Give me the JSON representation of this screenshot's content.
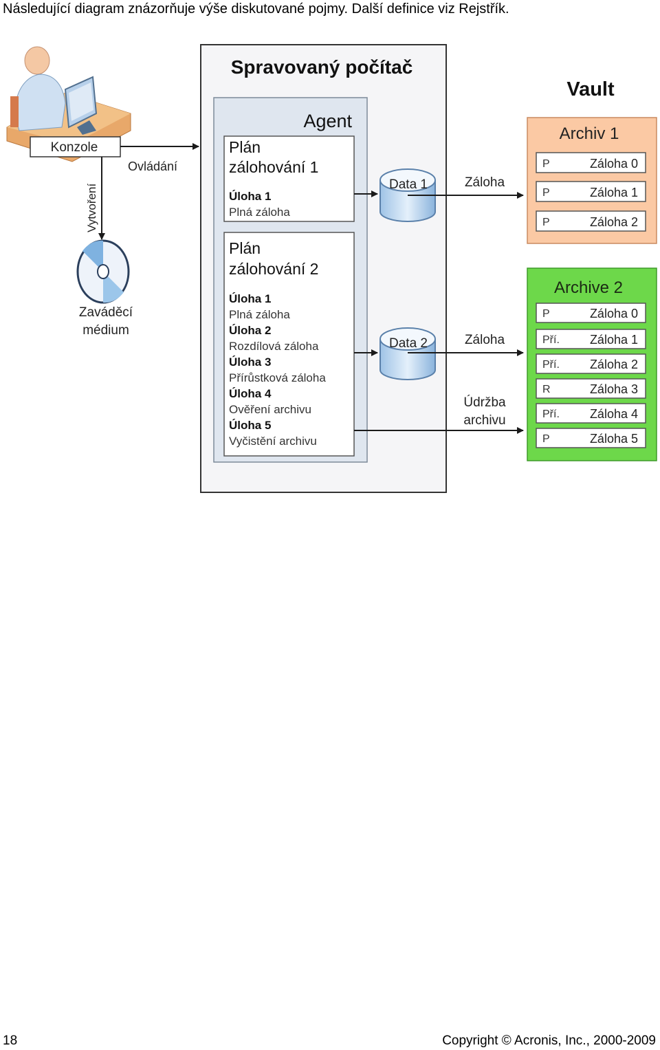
{
  "intro_text": "Následující diagram znázorňuje výše diskutované pojmy. Další definice viz Rejstřík.",
  "diagram": {
    "console_label": "Konzole",
    "control_label": "Ovládání",
    "create_label": "Vytvoření",
    "boot_media_line1": "Zaváděcí",
    "boot_media_line2": "médium",
    "managed_title": "Spravovaný počítač",
    "agent_title": "Agent",
    "plan1": {
      "title_line1": "Plán",
      "title_line2": "zálohování 1",
      "tasks": [
        {
          "name": "Úloha 1",
          "desc": "Plná záloha"
        }
      ]
    },
    "plan2": {
      "title_line1": "Plán",
      "title_line2": "zálohování 2",
      "tasks": [
        {
          "name": "Úloha 1",
          "desc": "Plná záloha"
        },
        {
          "name": "Úloha 2",
          "desc": "Rozdílová záloha"
        },
        {
          "name": "Úloha 3",
          "desc": "Přírůstková záloha"
        },
        {
          "name": "Úloha 4",
          "desc": "Ověření archivu"
        },
        {
          "name": "Úloha 5",
          "desc": "Vyčistění archivu"
        }
      ]
    },
    "data1_label": "Data 1",
    "data2_label": "Data 2",
    "backup_label_1": "Záloha",
    "backup_label_2": "Záloha",
    "maintenance_line1": "Údržba",
    "maintenance_line2": "archivu",
    "vault_title": "Vault",
    "archive1": {
      "title": "Archiv 1",
      "fill": "#fbc9a4",
      "stroke": "#c98a60",
      "rows": [
        {
          "type": "P",
          "name": "Záloha 0"
        },
        {
          "type": "P",
          "name": "Záloha 1"
        },
        {
          "type": "P",
          "name": "Záloha 2"
        }
      ]
    },
    "archive2": {
      "title": "Archive 2",
      "fill": "#6dd84a",
      "stroke": "#3f9a2a",
      "rows": [
        {
          "type": "P",
          "name": "Záloha 0"
        },
        {
          "type": "Pří.",
          "name": "Záloha 1"
        },
        {
          "type": "Pří.",
          "name": "Záloha 2"
        },
        {
          "type": "R",
          "name": "Záloha 3"
        },
        {
          "type": "Pří.",
          "name": "Záloha 4"
        },
        {
          "type": "P",
          "name": "Záloha 5"
        }
      ]
    }
  },
  "footer": {
    "page_number": "18",
    "copyright": "Copyright ©  Acronis, Inc., 2000-2009"
  }
}
